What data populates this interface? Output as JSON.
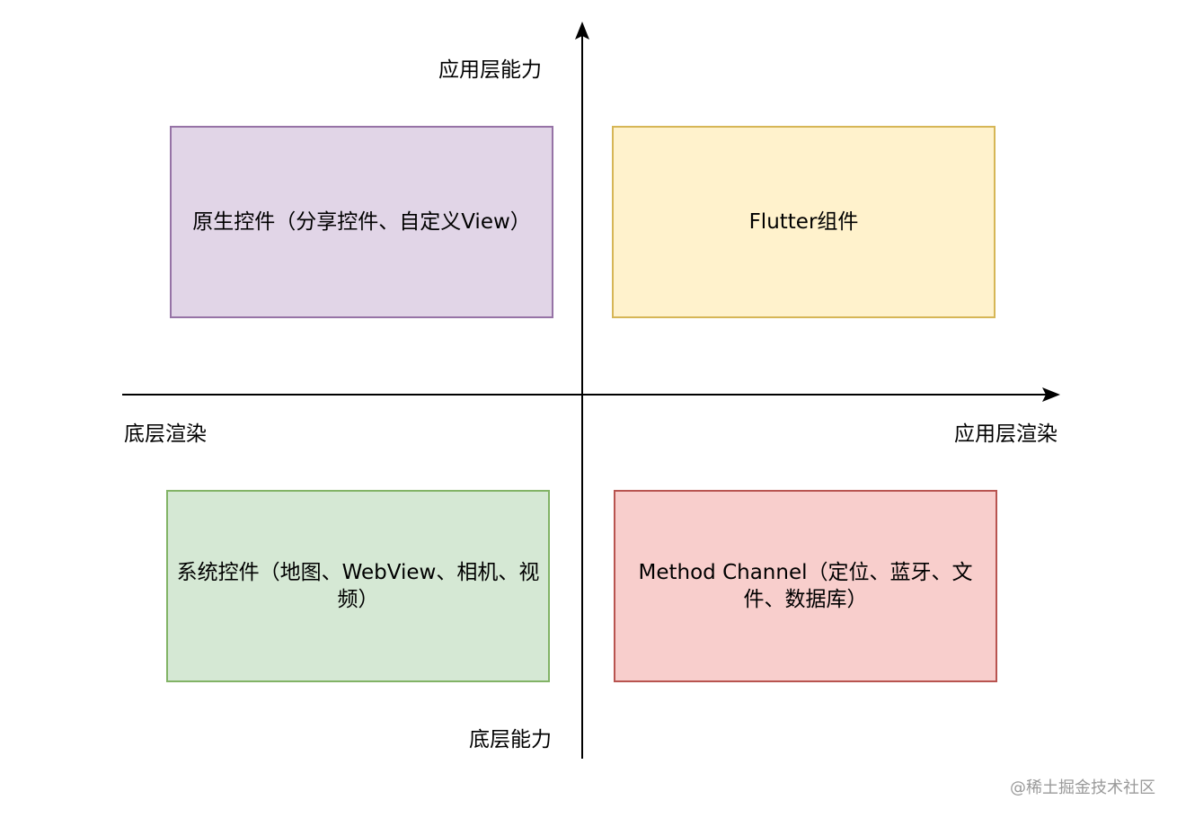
{
  "axes": {
    "y_top_label": "应用层能力",
    "y_bottom_label": "底层能力",
    "x_left_label": "底层渲染",
    "x_right_label": "应用层渲染",
    "line_color": "#000000"
  },
  "quadrants": {
    "top_left": {
      "label": "原生控件（分享控件、自定义View）",
      "fill": "#e1d5e7",
      "border": "#9673a6"
    },
    "top_right": {
      "label": "Flutter组件",
      "fill": "#fff2cc",
      "border": "#d6b656"
    },
    "bottom_left": {
      "label": "系统控件（地图、WebView、相机、视频）",
      "fill": "#d5e8d4",
      "border": "#82b366"
    },
    "bottom_right": {
      "label": "Method Channel（定位、蓝牙、文件、数据库）",
      "fill": "#f8cecc",
      "border": "#b85450"
    }
  },
  "watermark": "@稀土掘金技术社区"
}
